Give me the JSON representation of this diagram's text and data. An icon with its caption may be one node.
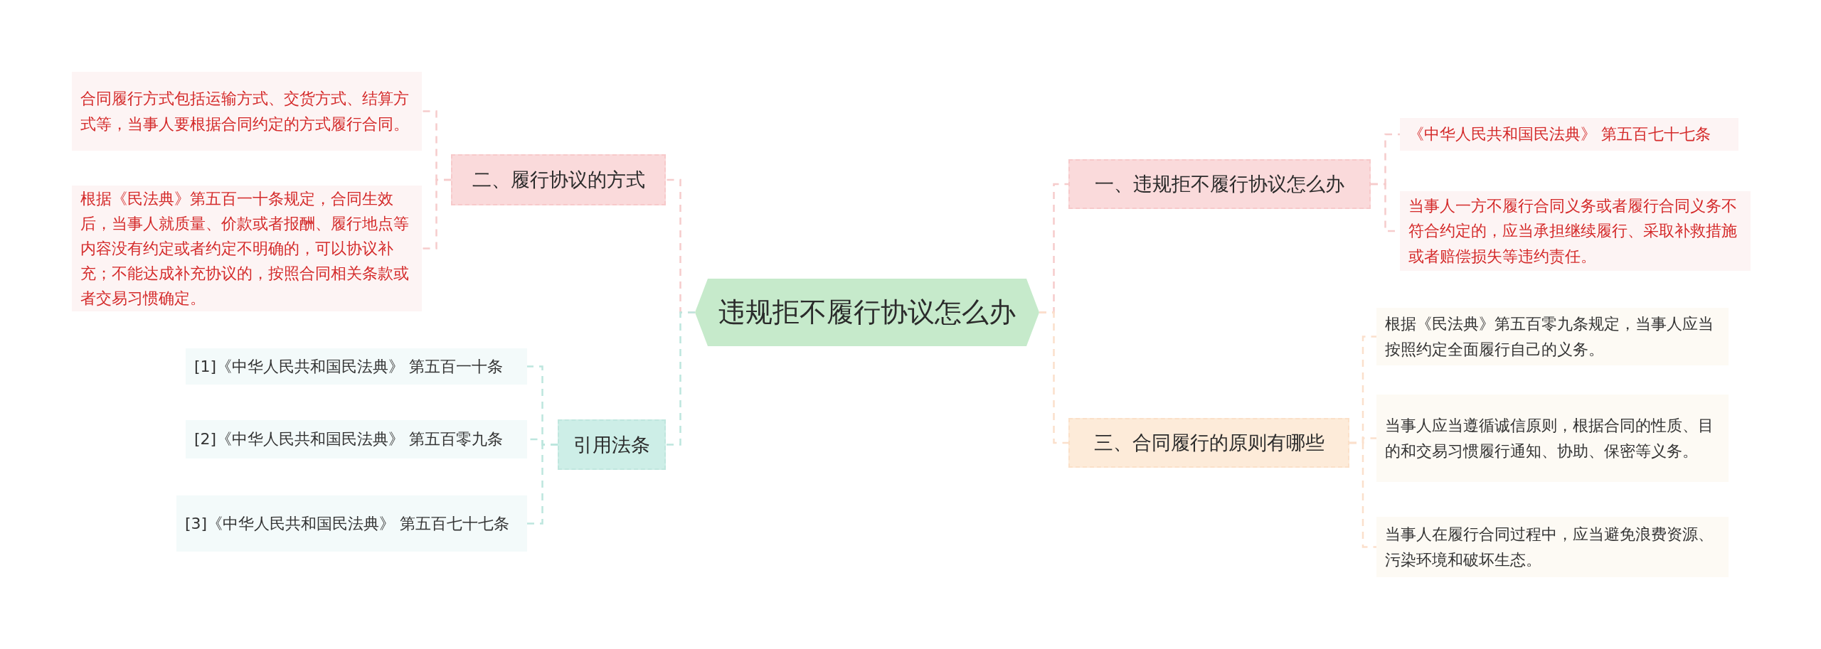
{
  "diagram": {
    "nodes": [
      {
        "text": [
          "违规拒不履行协议怎么办"
        ]
      },
      {
        "text": [
          "一、违规拒不履行协议怎么办"
        ]
      },
      {
        "text": [
          "《中华人民共和国民法典》 第五百七十七条"
        ]
      },
      {
        "text": [
          "当事人一方不履行合同义务或者履行合同义务不符合约定的，应当承担继续履行、采取补救措施或者赔偿损失等违约责任。"
        ]
      },
      {
        "text": [
          "三、合同履行的原则有哪些"
        ]
      },
      {
        "text": [
          "根据《民法典》第五百零九条规定，当事人应当按照约定全面履行自己的义务。"
        ]
      },
      {
        "text": [
          "当事人应当遵循诚信原则，根据合同的性质、目的和交易习惯履行通知、协助、保密等义务。"
        ]
      },
      {
        "text": [
          "当事人在履行合同过程中，应当避免浪费资源、污染环境和破坏生态。"
        ]
      },
      {
        "text": [
          "二、履行协议的方式"
        ]
      },
      {
        "text": [
          "合同履行方式包括运输方式、交货方式、结算方式等，当事人要根据合同约定的方式履行合同。"
        ]
      },
      {
        "text": [
          "根据《民法典》第五百一十条规定，合同生效后，当事人就质量、价款或者报酬、履行地点等内容没有约定或者约定不明确的，可以协议补充；不能达成补充协议的，按照合同相关条款或者交易习惯确定。"
        ]
      },
      {
        "text": [
          "引用法条"
        ]
      },
      {
        "text": [
          "[1]《中华人民共和国民法典》 第五百一十条"
        ]
      },
      {
        "text": [
          "[2]《中华人民共和国民法典》 第五百零九条"
        ]
      },
      {
        "text": [
          "[3]《中华人民共和国民法典》 第五百七十七条"
        ]
      }
    ],
    "edges": [
      {
        "from": 0,
        "to": 1,
        "arrow": "none",
        "style": "dashed",
        "color": "#f6cccc"
      },
      {
        "from": 0,
        "to": 4,
        "arrow": "none",
        "style": "dashed",
        "color": "#fbe0cc"
      },
      {
        "from": 0,
        "to": 8,
        "arrow": "none",
        "style": "dashed",
        "color": "#f6cccc"
      },
      {
        "from": 0,
        "to": 11,
        "arrow": "none",
        "style": "dashed",
        "color": "#bde6de"
      },
      {
        "from": 1,
        "to": 2,
        "arrow": "none",
        "style": "dashed",
        "color": "#f6cccc"
      },
      {
        "from": 1,
        "to": 3,
        "arrow": "none",
        "style": "dashed",
        "color": "#f6cccc"
      },
      {
        "from": 4,
        "to": 5,
        "arrow": "none",
        "style": "dashed",
        "color": "#fbe0cc"
      },
      {
        "from": 4,
        "to": 6,
        "arrow": "none",
        "style": "dashed",
        "color": "#fbe0cc"
      },
      {
        "from": 4,
        "to": 7,
        "arrow": "none",
        "style": "dashed",
        "color": "#fbe0cc"
      },
      {
        "from": 8,
        "to": 9,
        "arrow": "none",
        "style": "dashed",
        "color": "#f6cccc"
      },
      {
        "from": 8,
        "to": 10,
        "arrow": "none",
        "style": "dashed",
        "color": "#f6cccc"
      },
      {
        "from": 11,
        "to": 12,
        "arrow": "none",
        "style": "dashed",
        "color": "#bde6de"
      },
      {
        "from": 11,
        "to": 13,
        "arrow": "none",
        "style": "dashed",
        "color": "#bde6de"
      },
      {
        "from": 11,
        "to": 14,
        "arrow": "none",
        "style": "dashed",
        "color": "#bde6de"
      }
    ]
  }
}
